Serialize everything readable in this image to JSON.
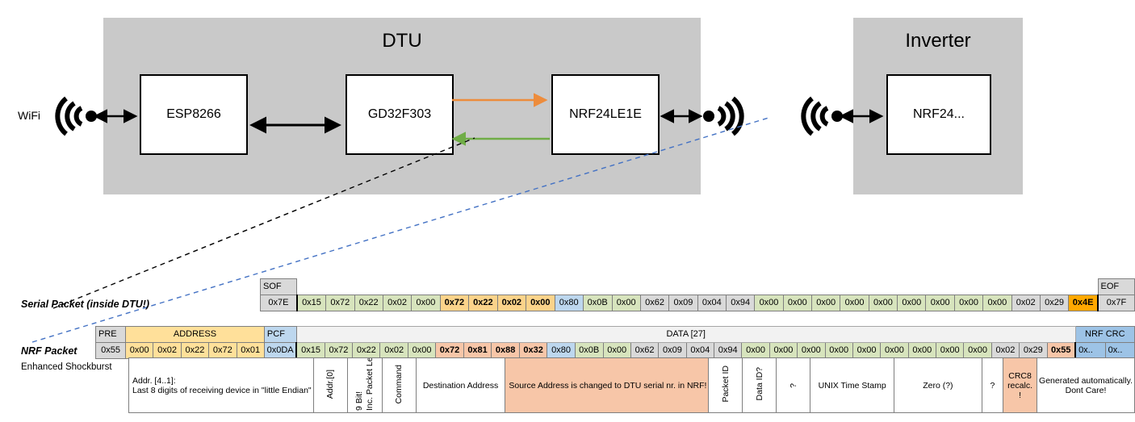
{
  "diagram": {
    "dtu": {
      "title": "DTU",
      "wifi_label": "WiFi",
      "chips": [
        "ESP8266",
        "GD32F303",
        "NRF24LE1E"
      ]
    },
    "inverter": {
      "title": "Inverter",
      "chips": [
        "NRF24..."
      ]
    },
    "colors": {
      "enclosure": "#c9c9c9",
      "arrow_tx": "#ed8c3c",
      "arrow_rx": "#70ad47",
      "arrow_default": "#000000",
      "callout_serial": "#000000",
      "callout_nrf": "#4472c4"
    }
  },
  "serial_packet": {
    "label": "Serial Packet (inside DTU!)",
    "sof_header": "SOF",
    "eof_header": "EOF",
    "sof_value": "0x7E",
    "eof_value": "0x7F",
    "cells": [
      {
        "v": "0x15",
        "c": "green"
      },
      {
        "v": "0x72",
        "c": "green"
      },
      {
        "v": "0x22",
        "c": "green"
      },
      {
        "v": "0x02",
        "c": "green"
      },
      {
        "v": "0x00",
        "c": "green"
      },
      {
        "v": "0x72",
        "c": "yellow",
        "b": true
      },
      {
        "v": "0x22",
        "c": "yellow",
        "b": true
      },
      {
        "v": "0x02",
        "c": "yellow",
        "b": true
      },
      {
        "v": "0x00",
        "c": "yellow",
        "b": true
      },
      {
        "v": "0x80",
        "c": "blue"
      },
      {
        "v": "0x0B",
        "c": "green"
      },
      {
        "v": "0x00",
        "c": "green"
      },
      {
        "v": "0x62",
        "c": "gray"
      },
      {
        "v": "0x09",
        "c": "gray"
      },
      {
        "v": "0x04",
        "c": "gray"
      },
      {
        "v": "0x94",
        "c": "gray"
      },
      {
        "v": "0x00",
        "c": "green"
      },
      {
        "v": "0x00",
        "c": "green"
      },
      {
        "v": "0x00",
        "c": "green"
      },
      {
        "v": "0x00",
        "c": "green"
      },
      {
        "v": "0x00",
        "c": "green"
      },
      {
        "v": "0x00",
        "c": "green"
      },
      {
        "v": "0x00",
        "c": "green"
      },
      {
        "v": "0x00",
        "c": "green"
      },
      {
        "v": "0x00",
        "c": "green"
      },
      {
        "v": "0x02",
        "c": "gray"
      },
      {
        "v": "0x29",
        "c": "gray"
      },
      {
        "v": "0x4E",
        "c": "orange",
        "b": true
      }
    ]
  },
  "nrf_packet": {
    "label": "NRF Packet",
    "sublabel": "Enhanced Shockburst",
    "headers": {
      "pre": "PRE",
      "address": "ADDRESS",
      "pcf": "PCF",
      "data": "DATA [27]",
      "crc": "NRF CRC"
    },
    "pre_value": "0x55",
    "address_values": [
      "0x00",
      "0x02",
      "0x22",
      "0x72",
      "0x01"
    ],
    "pcf_value": "0x0DA",
    "crc_values": [
      "0x..",
      "0x.."
    ],
    "cells": [
      {
        "v": "0x15",
        "c": "green"
      },
      {
        "v": "0x72",
        "c": "green"
      },
      {
        "v": "0x22",
        "c": "green"
      },
      {
        "v": "0x02",
        "c": "green"
      },
      {
        "v": "0x00",
        "c": "green"
      },
      {
        "v": "0x72",
        "c": "salmon",
        "b": true
      },
      {
        "v": "0x81",
        "c": "salmon",
        "b": true
      },
      {
        "v": "0x88",
        "c": "salmon",
        "b": true
      },
      {
        "v": "0x32",
        "c": "salmon",
        "b": true
      },
      {
        "v": "0x80",
        "c": "blue"
      },
      {
        "v": "0x0B",
        "c": "green"
      },
      {
        "v": "0x00",
        "c": "green"
      },
      {
        "v": "0x62",
        "c": "gray"
      },
      {
        "v": "0x09",
        "c": "gray"
      },
      {
        "v": "0x04",
        "c": "gray"
      },
      {
        "v": "0x94",
        "c": "gray"
      },
      {
        "v": "0x00",
        "c": "green"
      },
      {
        "v": "0x00",
        "c": "green"
      },
      {
        "v": "0x00",
        "c": "green"
      },
      {
        "v": "0x00",
        "c": "green"
      },
      {
        "v": "0x00",
        "c": "green"
      },
      {
        "v": "0x00",
        "c": "green"
      },
      {
        "v": "0x00",
        "c": "green"
      },
      {
        "v": "0x00",
        "c": "green"
      },
      {
        "v": "0x00",
        "c": "green"
      },
      {
        "v": "0x02",
        "c": "gray"
      },
      {
        "v": "0x29",
        "c": "gray"
      },
      {
        "v": "0x55",
        "c": "salmon",
        "b": true
      }
    ]
  },
  "descriptions": {
    "address": "Addr. [4..1]:\nLast 8 digits of receiving device in \"little Endian\"",
    "addr0": "Addr.[0]",
    "packet_length_a": "9 Bit!",
    "packet_length_b": "Inc. Packet Length",
    "command": "Command",
    "destination": "Destination Address",
    "source": "Source Address is changed to DTU serial nr. in NRF!",
    "packet_id": "Packet ID",
    "data_id": "Data ID?",
    "tilde": "?",
    "timestamp": "UNIX Time Stamp",
    "zero": "Zero (?)",
    "question": "?",
    "crc8": "CRC8 recalc.!",
    "crc_auto": "Generated automatically.\nDont Care!"
  }
}
